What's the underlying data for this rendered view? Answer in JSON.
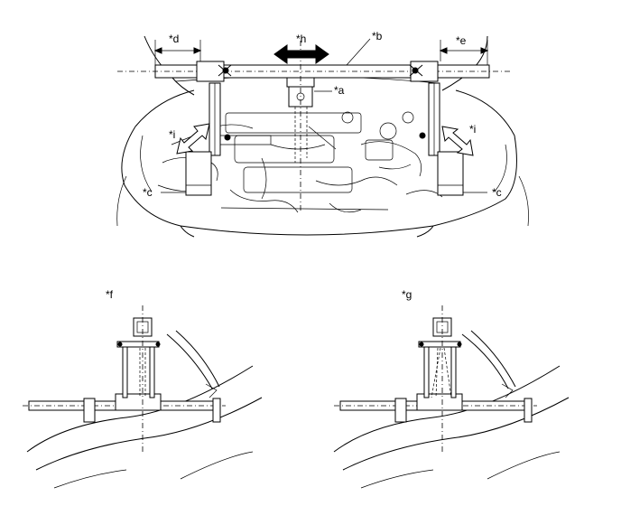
{
  "callouts": {
    "a": "*a",
    "b": "*b",
    "c_left": "*c",
    "c_right": "*c",
    "d": "*d",
    "e": "*e",
    "f": "*f",
    "g": "*g",
    "h": "*h",
    "i_left": "*i",
    "i_right": "*i"
  }
}
